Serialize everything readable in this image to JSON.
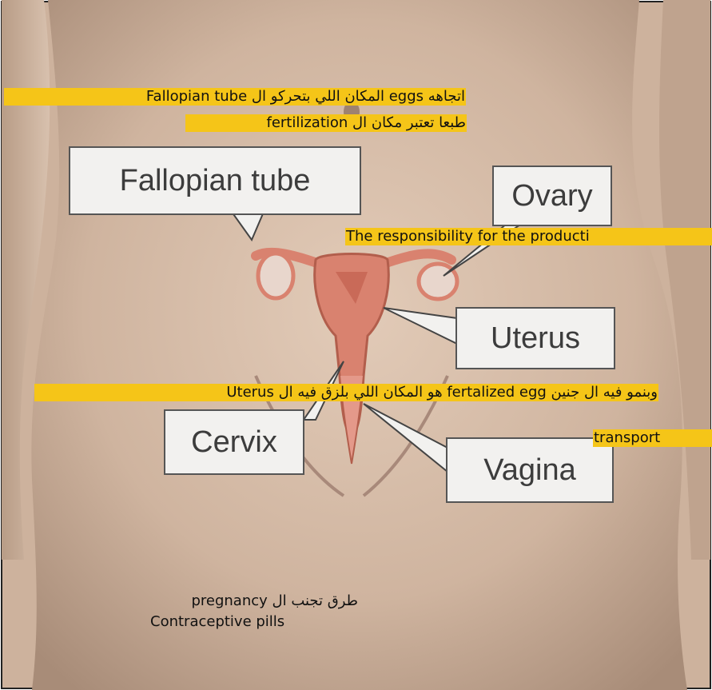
{
  "labels": {
    "fallopian": "Fallopian tube",
    "ovary": "Ovary",
    "uterus": "Uterus",
    "cervix": "Cervix",
    "vagina": "Vagina"
  },
  "notes": {
    "fallopian_line1": "اتجاهه eggs المكان اللي بتحركو ال Fallopian tube",
    "fallopian_line2": "طبعا تعتبر مكان ال fertilization",
    "ovary": "The responsibility for the producti",
    "uterus": "وبنمو فيه ال جنين fertalized egg هو المكان اللي بلزق فيه ال Uterus",
    "vagina": "transport",
    "contraception_line1": "طرق تجنب ال pregnancy",
    "contraception_line2": "Contraceptive pills"
  },
  "colors": {
    "skin": "#cfb49f",
    "skin_shadow": "#a88c78",
    "uterus": "#d9826f",
    "highlight": "#f5c518",
    "annotation_underline": "#9b2a47"
  }
}
